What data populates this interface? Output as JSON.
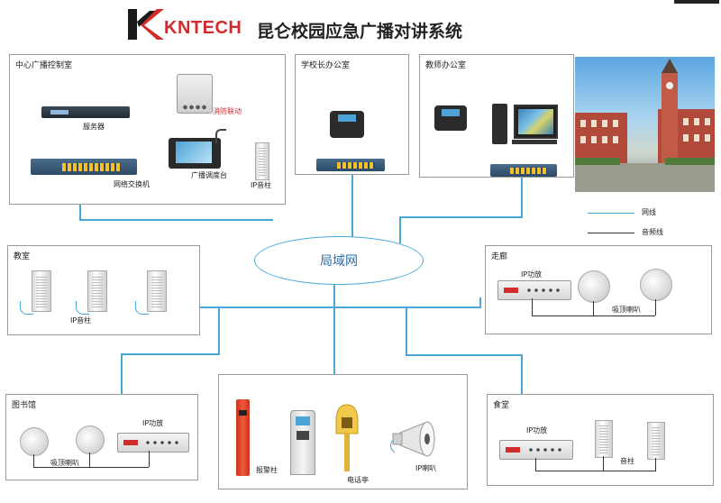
{
  "header": {
    "brand": "KNTECH",
    "title": "昆仑校园应急广播对讲系统"
  },
  "center_room": {
    "title": "中心广播控制室",
    "server_label": "服务器",
    "fire_label": "消防联动",
    "switch_label": "网络交换机",
    "console_label": "广播调度台",
    "ip_speaker_label": "IP音柱"
  },
  "principal_office": {
    "title": "学校长办公室"
  },
  "teacher_office": {
    "title": "教师办公室"
  },
  "legend": {
    "network": "网线",
    "audio": "音频线"
  },
  "lan": {
    "label": "局域网"
  },
  "classroom": {
    "title": "教室",
    "speaker_label": "IP音柱"
  },
  "corridor": {
    "title": "走廊",
    "amp_label": "IP功放",
    "ceiling_label": "吸顶喇叭"
  },
  "library": {
    "title": "图书馆",
    "amp_label": "IP功放",
    "ceiling_label": "吸顶喇叭"
  },
  "outdoor": {
    "alarm_label": "报警柱",
    "phone_booth_label": "电话亭",
    "horn_label": "IP喇叭"
  },
  "canteen": {
    "title": "食堂",
    "amp_label": "IP功放",
    "speaker_label": "音柱"
  },
  "colors": {
    "network_line": "#4aa7d8",
    "audio_line": "#333333",
    "brand_red": "#d12b2b"
  }
}
